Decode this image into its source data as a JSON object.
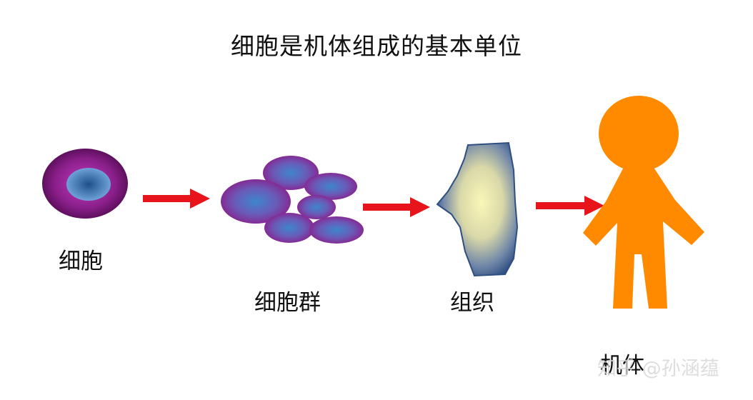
{
  "title": "细胞是机体组成的基本单位",
  "stages": [
    {
      "label": "细胞",
      "icon": "cell-icon"
    },
    {
      "label": "细胞群",
      "icon": "cell-group-icon"
    },
    {
      "label": "组织",
      "icon": "tissue-icon"
    },
    {
      "label": "机体",
      "icon": "human-body-icon"
    }
  ],
  "watermark": "知乎 @孙涵蕴",
  "colors": {
    "arrow": "#e8141c",
    "cell_outer": "#7a1a7a",
    "cell_nucleus": "#3f7fc0",
    "tissue_light": "#f7f3a8",
    "tissue_dark": "#3a5a8a",
    "body": "#ff8a00"
  }
}
